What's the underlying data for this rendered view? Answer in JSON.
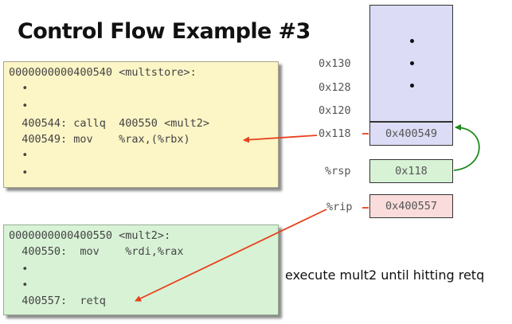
{
  "title": "Control Flow Example #3",
  "multstore_block": {
    "lines": [
      "0000000000400540 <multstore>:",
      "  •",
      "  •",
      "  400544: callq  400550 <mult2>",
      "  400549: mov    %rax,(%rbx)",
      "  •",
      "  •"
    ]
  },
  "mult2_block": {
    "lines": [
      "0000000000400550 <mult2>:",
      "  400550:  mov    %rdi,%rax",
      "  •",
      "  •",
      "  400557:  retq"
    ]
  },
  "stack": {
    "addresses": [
      "0x130",
      "0x128",
      "0x120",
      "0x118"
    ],
    "top_value": "0x400549"
  },
  "registers": {
    "rsp_label": "%rsp",
    "rsp_value": "0x118",
    "rip_label": "%rip",
    "rip_value": "0x400557"
  },
  "note": "execute mult2 until hitting retq",
  "colors": {
    "arrow_red": "#e8401c",
    "arrow_green": "#1e8a1e",
    "code_yellow": "#fcf5c6",
    "code_green": "#d8f2d6",
    "stack_blue": "#dcdcf6",
    "rip_pink": "#fbdcdc"
  }
}
